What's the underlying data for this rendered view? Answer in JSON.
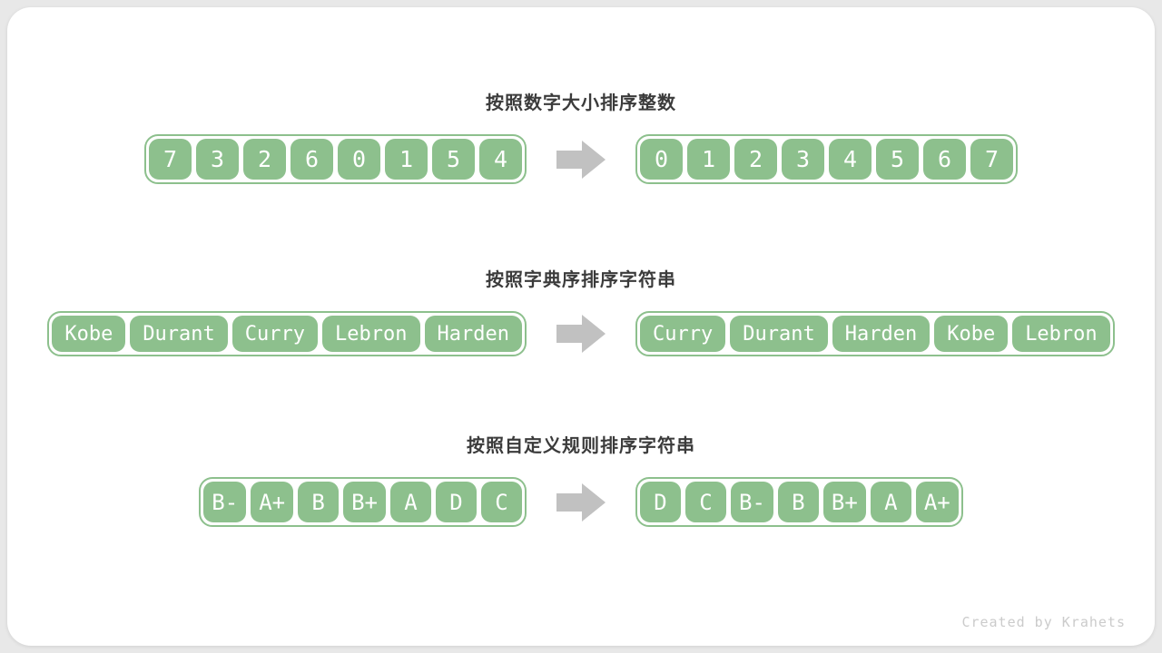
{
  "watermark": "Created by Krahets",
  "colors": {
    "page_bg": "#e8e8e8",
    "panel_bg": "#ffffff",
    "cell_green": "#8dc08d",
    "cell_text": "#ffffff",
    "strip_border": "#8dc08d",
    "arrow_gray": "#c1c1c1",
    "title_color": "#3b3b3b",
    "watermark_color": "#cbcbcb"
  },
  "rows": [
    {
      "title": "按照数字大小排序整数",
      "before": [
        "7",
        "3",
        "2",
        "6",
        "0",
        "1",
        "5",
        "4"
      ],
      "after": [
        "0",
        "1",
        "2",
        "3",
        "4",
        "5",
        "6",
        "7"
      ]
    },
    {
      "title": "按照字典序排序字符串",
      "before": [
        "Kobe",
        "Durant",
        "Curry",
        "Lebron",
        "Harden"
      ],
      "after": [
        "Curry",
        "Durant",
        "Harden",
        "Kobe",
        "Lebron"
      ]
    },
    {
      "title": "按照自定义规则排序字符串",
      "before": [
        "B-",
        "A+",
        "B",
        "B+",
        "A",
        "D",
        "C"
      ],
      "after": [
        "D",
        "C",
        "B-",
        "B",
        "B+",
        "A",
        "A+"
      ]
    }
  ]
}
